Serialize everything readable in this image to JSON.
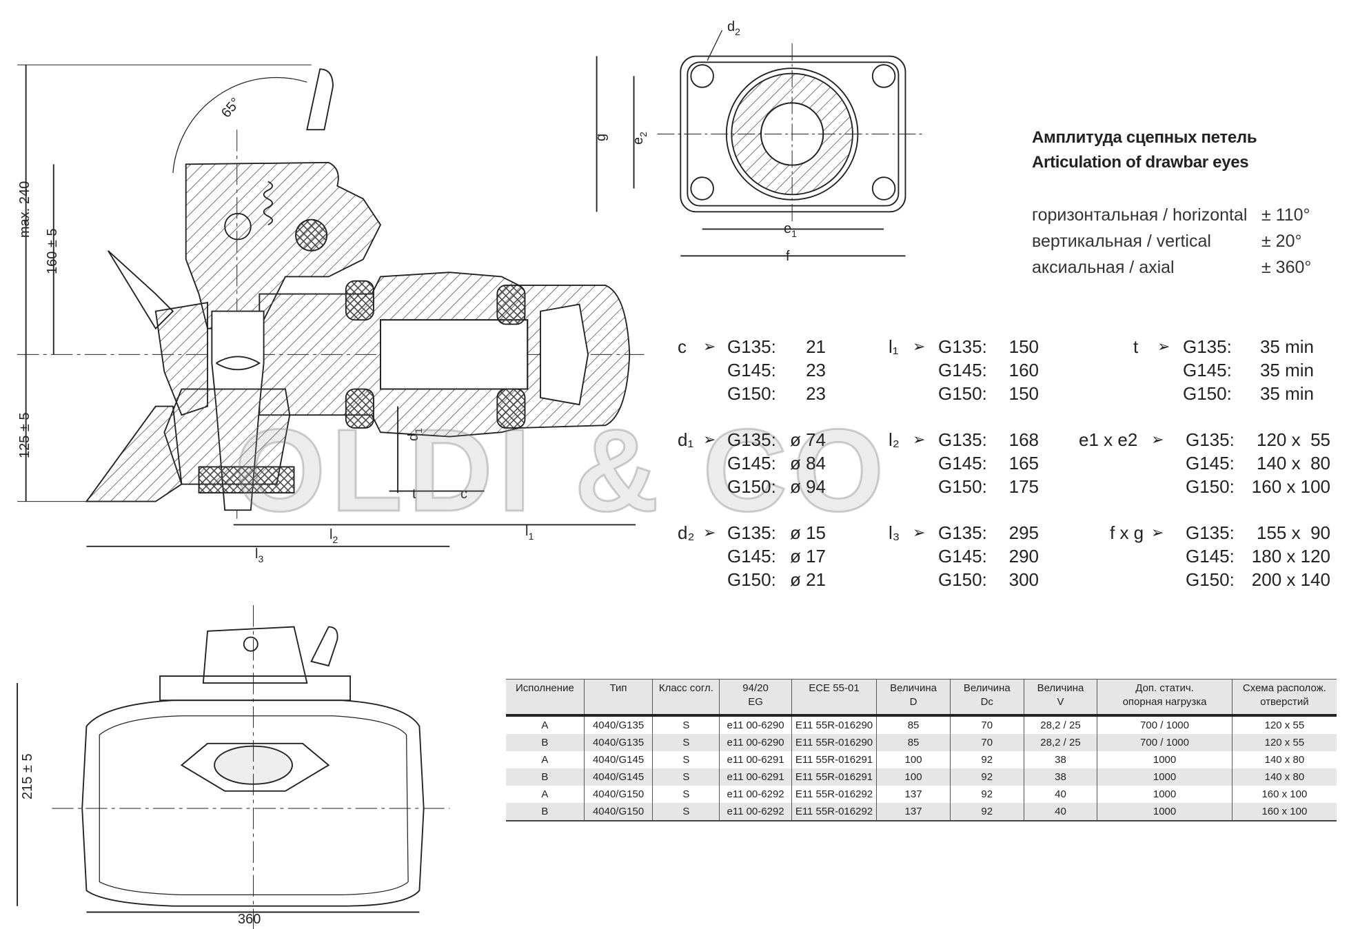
{
  "watermark": "OLDI & CO",
  "articulation": {
    "title_ru": "Амплитуда сцепных петель",
    "title_en": "Articulation of drawbar eyes",
    "rows": [
      {
        "label": "горизонтальная / horizontal",
        "value": "± 110°"
      },
      {
        "label": "вертикальная / vertical",
        "value": "± 20°"
      },
      {
        "label": "аксиальная / axial",
        "value": "± 360°"
      }
    ]
  },
  "dimension_labels": {
    "max_240": "max. 240",
    "h160": "160 ± 5",
    "h125": "125 ± 5",
    "angle": "65°",
    "l1": "l",
    "l1_sub": "1",
    "l2": "l",
    "l2_sub": "2",
    "l3": "l",
    "l3_sub": "3",
    "t": "t",
    "c": "c",
    "d1": "d",
    "d1_sub": "1",
    "d2": "d",
    "d2_sub": "2",
    "g": "g",
    "e2": "e",
    "e2_sub": "2",
    "e1": "e",
    "e1_sub": "1",
    "f": "f",
    "h215": "215 ± 5",
    "w360": "360"
  },
  "specs": [
    {
      "symbol": "c",
      "rows": [
        [
          "G135:",
          "21"
        ],
        [
          "G145:",
          "23"
        ],
        [
          "G150:",
          "23"
        ]
      ]
    },
    {
      "symbol": "d₁",
      "rows": [
        [
          "G135:",
          "ø 74"
        ],
        [
          "G145:",
          "ø 84"
        ],
        [
          "G150:",
          "ø 94"
        ]
      ]
    },
    {
      "symbol": "d₂",
      "rows": [
        [
          "G135:",
          "ø 15"
        ],
        [
          "G145:",
          "ø 17"
        ],
        [
          "G150:",
          "ø 21"
        ]
      ]
    },
    {
      "symbol": "l₁",
      "rows": [
        [
          "G135:",
          "150"
        ],
        [
          "G145:",
          "160"
        ],
        [
          "G150:",
          "150"
        ]
      ]
    },
    {
      "symbol": "l₂",
      "rows": [
        [
          "G135:",
          "168"
        ],
        [
          "G145:",
          "165"
        ],
        [
          "G150:",
          "175"
        ]
      ]
    },
    {
      "symbol": "l₃",
      "rows": [
        [
          "G135:",
          "295"
        ],
        [
          "G145:",
          "290"
        ],
        [
          "G150:",
          "300"
        ]
      ]
    },
    {
      "symbol": "t",
      "rows": [
        [
          "G135:",
          "35 min"
        ],
        [
          "G145:",
          "35 min"
        ],
        [
          "G150:",
          "35 min"
        ]
      ]
    },
    {
      "symbol": "e1 x e2",
      "rows": [
        [
          "G135:",
          "120 x  55"
        ],
        [
          "G145:",
          "140 x  80"
        ],
        [
          "G150:",
          "160 x 100"
        ]
      ]
    },
    {
      "symbol": "f x g",
      "rows": [
        [
          "G135:",
          "155 x  90"
        ],
        [
          "G145:",
          "180 x 120"
        ],
        [
          "G150:",
          "200 x 140"
        ]
      ]
    }
  ],
  "table": {
    "headers": [
      [
        "Исполнение"
      ],
      [
        "Тип"
      ],
      [
        "Класс согл."
      ],
      [
        "94/20",
        "EG"
      ],
      [
        "ECE 55-01"
      ],
      [
        "Величина",
        "D"
      ],
      [
        "Величина",
        "Dc"
      ],
      [
        "Величина",
        "V"
      ],
      [
        "Доп. статич.",
        "опорная нагрузка"
      ],
      [
        "Схема располож.",
        "отверстий"
      ]
    ],
    "rows": [
      [
        "A",
        "4040/G135",
        "S",
        "e11 00-6290",
        "E11 55R-016290",
        "85",
        "70",
        "28,2 / 25",
        "700 / 1000",
        "120 x 55"
      ],
      [
        "B",
        "4040/G135",
        "S",
        "e11 00-6290",
        "E11 55R-016290",
        "85",
        "70",
        "28,2 / 25",
        "700 / 1000",
        "120 x 55"
      ],
      [
        "A",
        "4040/G145",
        "S",
        "e11 00-6291",
        "E11 55R-016291",
        "100",
        "92",
        "38",
        "1000",
        "140 x 80"
      ],
      [
        "B",
        "4040/G145",
        "S",
        "e11 00-6291",
        "E11 55R-016291",
        "100",
        "92",
        "38",
        "1000",
        "140 x 80"
      ],
      [
        "A",
        "4040/G150",
        "S",
        "e11 00-6292",
        "E11 55R-016292",
        "137",
        "92",
        "40",
        "1000",
        "160 x 100"
      ],
      [
        "B",
        "4040/G150",
        "S",
        "e11 00-6292",
        "E11 55R-016292",
        "137",
        "92",
        "40",
        "1000",
        "160 x 100"
      ]
    ]
  }
}
